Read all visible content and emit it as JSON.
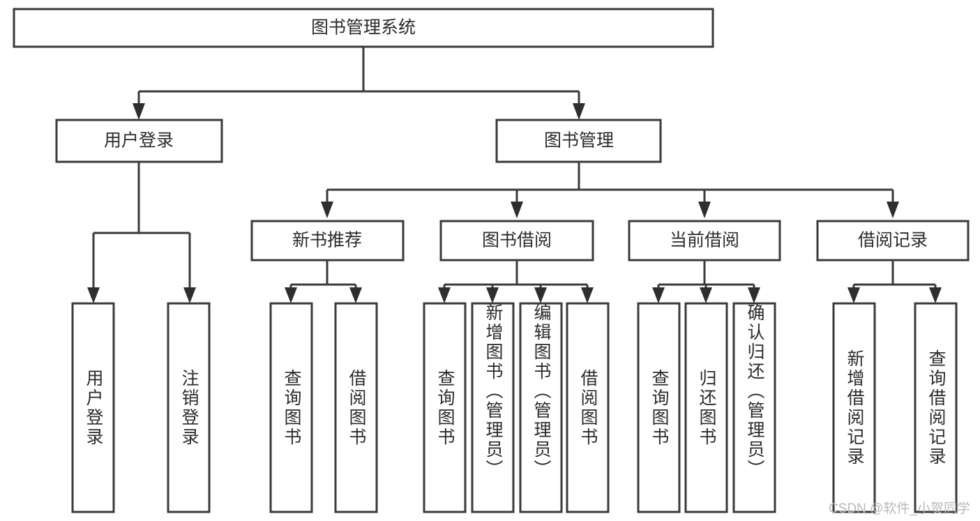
{
  "diagram": {
    "type": "tree",
    "title": "图书管理系统",
    "watermark": "CSDN @软件_小贺同学",
    "colors": {
      "box_stroke": "#3a3a3a",
      "box_fill": "#ffffff",
      "text": "#2b2b2b",
      "connector": "#3a3a3a",
      "watermark": "#b9b9b9",
      "background": "#ffffff"
    },
    "root": {
      "label": "图书管理系统"
    },
    "level1": [
      {
        "label": "用户登录"
      },
      {
        "label": "图书管理"
      }
    ],
    "level2": [
      {
        "label": "新书推荐"
      },
      {
        "label": "图书借阅"
      },
      {
        "label": "当前借阅"
      },
      {
        "label": "借阅记录"
      }
    ],
    "leaves": {
      "user_login": [
        {
          "label": "用户登录"
        },
        {
          "label": "注销登录"
        }
      ],
      "new_book_recommend": [
        {
          "label": "查询图书"
        },
        {
          "label": "借阅图书"
        }
      ],
      "book_borrow": [
        {
          "label": "查询图书"
        },
        {
          "label": "新增图书（管理员）"
        },
        {
          "label": "编辑图书（管理员）"
        },
        {
          "label": "借阅图书"
        }
      ],
      "current_borrow": [
        {
          "label": "查询图书"
        },
        {
          "label": "归还图书"
        },
        {
          "label": "确认归还（管理员）"
        }
      ],
      "borrow_record": [
        {
          "label": "新增借阅记录"
        },
        {
          "label": "查询借阅记录"
        }
      ]
    }
  }
}
